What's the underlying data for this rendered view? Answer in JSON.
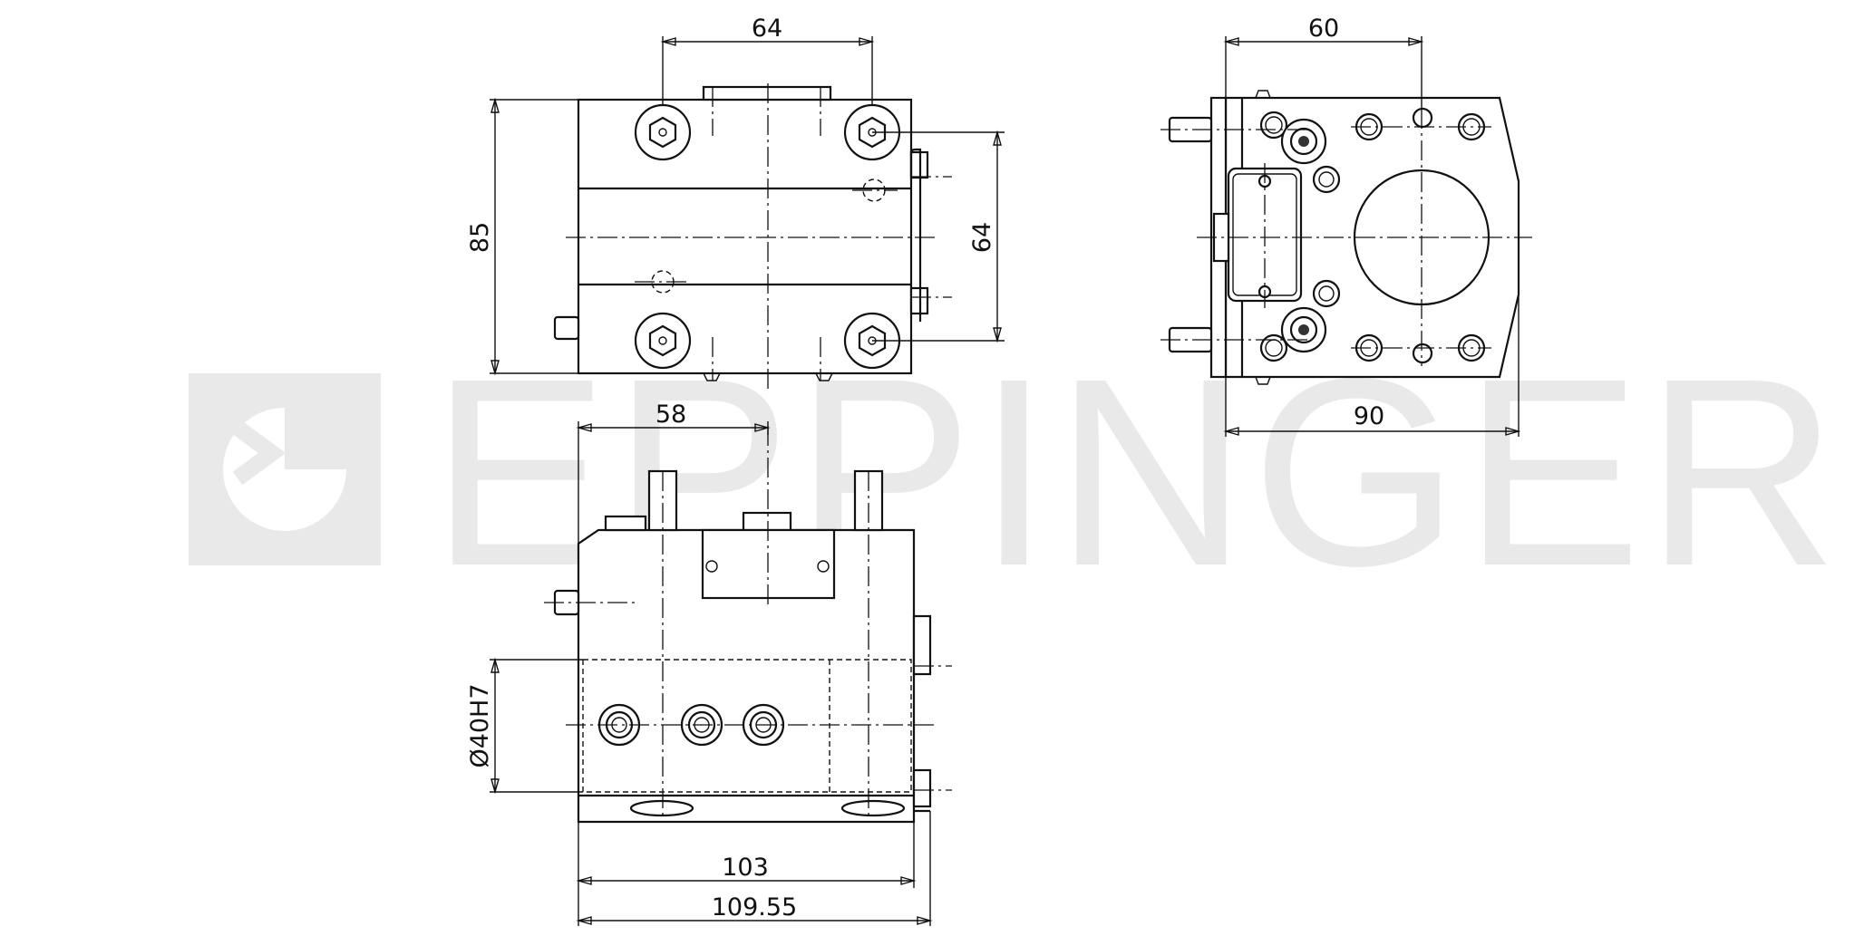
{
  "watermark": {
    "brand": "EPPINGER",
    "color": "#e9e9e9"
  },
  "dimensions": {
    "top_width": "64",
    "top_height": "85",
    "top_bolt_spacing": "64",
    "side_width": "60",
    "side_depth": "90",
    "front_offset": "58",
    "bore": "Ø40H7",
    "length_inner": "103",
    "length_overall": "109.55"
  },
  "colors": {
    "line": "#111111",
    "background": "#ffffff"
  }
}
